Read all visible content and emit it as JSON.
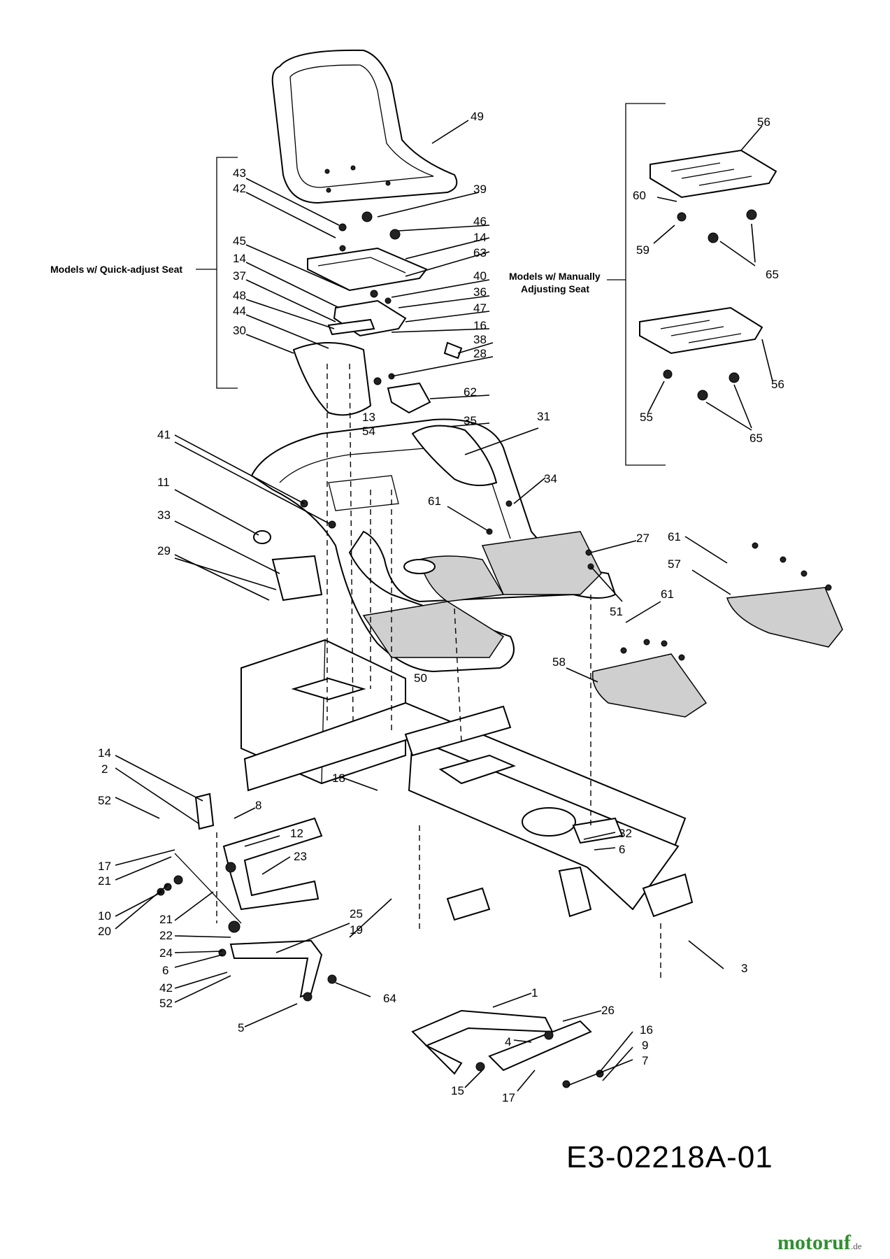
{
  "diagram": {
    "code": "E3-02218A-01",
    "watermark_main": "motoruf",
    "watermark_tld": ".de",
    "notes": {
      "quick_adjust": "Models w/ Quick-adjust Seat",
      "manual_line1": "Models w/ Manually",
      "manual_line2": "Adjusting Seat"
    },
    "callouts": {
      "c49": "49",
      "c43": "43",
      "c42a": "42",
      "c39": "39",
      "c46": "46",
      "c14a": "14",
      "c63": "63",
      "c45": "45",
      "c14b": "14",
      "c37": "37",
      "c48": "48",
      "c44": "44",
      "c30": "30",
      "c40": "40",
      "c36": "36",
      "c47": "47",
      "c16a": "16",
      "c38": "38",
      "c28": "28",
      "c62": "62",
      "c13": "13",
      "c54": "54",
      "c35": "35",
      "c31": "31",
      "c41": "41",
      "c11": "11",
      "c33": "33",
      "c29": "29",
      "c34": "34",
      "c61a": "61",
      "c27": "27",
      "c51": "51",
      "c50": "50",
      "c61b": "61",
      "c58": "58",
      "c61c": "61",
      "c57": "57",
      "c56a": "56",
      "c60": "60",
      "c59": "59",
      "c65a": "65",
      "c56b": "56",
      "c55": "55",
      "c65b": "65",
      "c14c": "14",
      "c2": "2",
      "c52a": "52",
      "c8": "8",
      "c12": "12",
      "c23": "23",
      "c17a": "17",
      "c21a": "21",
      "c10": "10",
      "c20": "20",
      "c21b": "21",
      "c22": "22",
      "c24": "24",
      "c6a": "6",
      "c42b": "42",
      "c52b": "52",
      "c5": "5",
      "c64": "64",
      "c25": "25",
      "c19": "19",
      "c18": "18",
      "c32": "32",
      "c6b": "6",
      "c3": "3",
      "c1": "1",
      "c26": "26",
      "c16b": "16",
      "c9": "9",
      "c7": "7",
      "c4": "4",
      "c15": "15",
      "c17b": "17"
    }
  }
}
